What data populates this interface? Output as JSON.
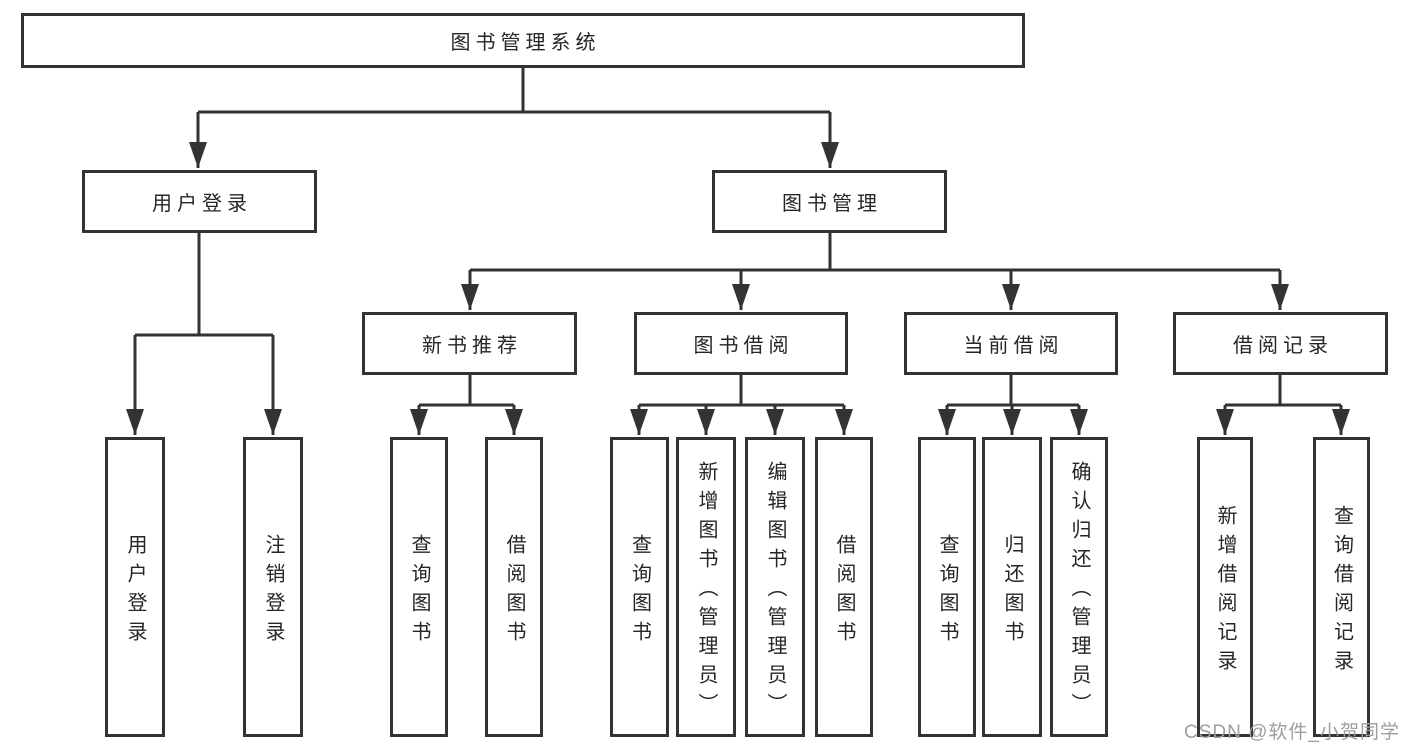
{
  "diagram": {
    "type": "hierarchy-tree",
    "line_color": "#333333",
    "node_border_color": "#333333",
    "text_color": "#262626",
    "background_color": "#ffffff"
  },
  "nodes": {
    "root": {
      "label": "图书管理系统"
    },
    "user_login": {
      "label": "用户登录"
    },
    "book_mgmt": {
      "label": "图书管理"
    },
    "new_book_rec": {
      "label": "新书推荐"
    },
    "book_borrow": {
      "label": "图书借阅"
    },
    "current_borrow": {
      "label": "当前借阅"
    },
    "borrow_records": {
      "label": "借阅记录"
    },
    "leaf_user_login": {
      "label": "用户登录"
    },
    "leaf_logout": {
      "label": "注销登录"
    },
    "rec_query_book": {
      "label": "查询图书"
    },
    "rec_borrow_book": {
      "label": "借阅图书"
    },
    "bb_query_book": {
      "label": "查询图书"
    },
    "bb_add_book": {
      "label": "新增图书（管理员）"
    },
    "bb_edit_book": {
      "label": "编辑图书（管理员）"
    },
    "bb_borrow_book": {
      "label": "借阅图书"
    },
    "cb_query_book": {
      "label": "查询图书"
    },
    "cb_return_book": {
      "label": "归还图书"
    },
    "cb_confirm_return": {
      "label": "确认归还（管理员）"
    },
    "br_add_record": {
      "label": "新增借阅记录"
    },
    "br_query_record": {
      "label": "查询借阅记录"
    }
  },
  "edges": [
    {
      "from": "root",
      "to": "user_login"
    },
    {
      "from": "root",
      "to": "book_mgmt"
    },
    {
      "from": "user_login",
      "to": "leaf_user_login"
    },
    {
      "from": "user_login",
      "to": "leaf_logout"
    },
    {
      "from": "book_mgmt",
      "to": "new_book_rec"
    },
    {
      "from": "book_mgmt",
      "to": "book_borrow"
    },
    {
      "from": "book_mgmt",
      "to": "current_borrow"
    },
    {
      "from": "book_mgmt",
      "to": "borrow_records"
    },
    {
      "from": "new_book_rec",
      "to": "rec_query_book"
    },
    {
      "from": "new_book_rec",
      "to": "rec_borrow_book"
    },
    {
      "from": "book_borrow",
      "to": "bb_query_book"
    },
    {
      "from": "book_borrow",
      "to": "bb_add_book"
    },
    {
      "from": "book_borrow",
      "to": "bb_edit_book"
    },
    {
      "from": "book_borrow",
      "to": "bb_borrow_book"
    },
    {
      "from": "current_borrow",
      "to": "cb_query_book"
    },
    {
      "from": "current_borrow",
      "to": "cb_return_book"
    },
    {
      "from": "current_borrow",
      "to": "cb_confirm_return"
    },
    {
      "from": "borrow_records",
      "to": "br_add_record"
    },
    {
      "from": "borrow_records",
      "to": "br_query_record"
    }
  ],
  "watermark": {
    "text": "CSDN @软件_小贺同学",
    "color": "#9e9e9e"
  }
}
